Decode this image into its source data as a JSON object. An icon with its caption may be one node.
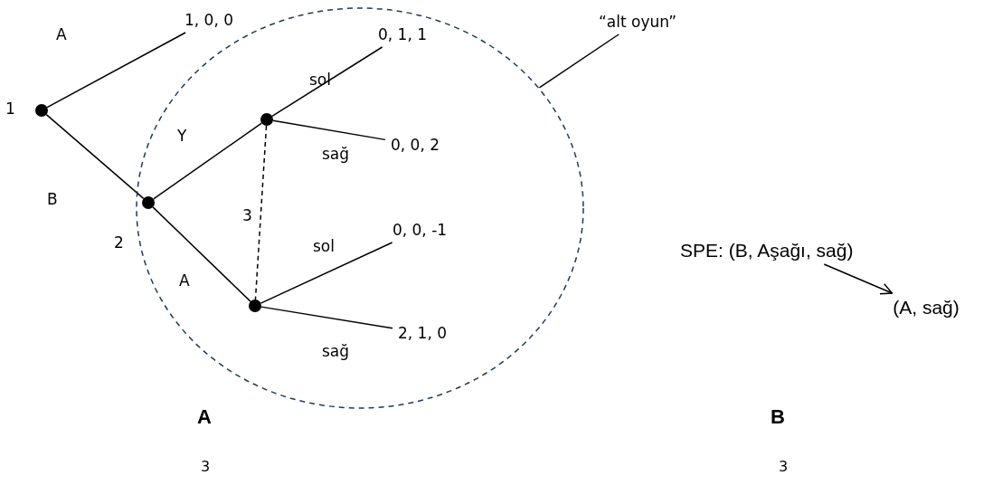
{
  "diagram": {
    "nodes": [
      {
        "text": [],
        "shape": "circle",
        "beside": [
          "1"
        ]
      },
      {
        "text": [
          "1, 0, 0"
        ]
      },
      {
        "text": [],
        "shape": "circle",
        "in": 9
      },
      {
        "text": [],
        "shape": "circle",
        "in": 9
      },
      {
        "text": [
          "0, 1, 1"
        ],
        "in": 9
      },
      {
        "text": [
          "0, 0, 2"
        ],
        "in": 9
      },
      {
        "text": [],
        "shape": "circle",
        "in": 9
      },
      {
        "text": [
          "0, 0, -1"
        ],
        "in": 9
      },
      {
        "text": [
          "2, 1, 0"
        ],
        "in": 9
      },
      {
        "text": [],
        "shape": "circle"
      },
      {
        "text": [
          "“alt oyun”"
        ]
      },
      {
        "text": [
          "SPE: (B, Aşağı, sağ)"
        ]
      },
      {
        "text": [
          "(A, sağ)"
        ]
      }
    ],
    "edges": [
      {
        "from": 0,
        "to": 1,
        "arrow": "none",
        "label": "A"
      },
      {
        "from": 0,
        "to": 2,
        "arrow": "none",
        "label": "B"
      },
      {
        "from": 2,
        "to": 3,
        "arrow": "none",
        "label": "Y"
      },
      {
        "from": 2,
        "to": 6,
        "arrow": "none",
        "label": "A"
      },
      {
        "from": 3,
        "to": 4,
        "arrow": "none",
        "label": "sol"
      },
      {
        "from": 3,
        "to": 5,
        "arrow": "none",
        "label": "sağ"
      },
      {
        "from": 6,
        "to": 7,
        "arrow": "none",
        "label": "sol"
      },
      {
        "from": 6,
        "to": 8,
        "arrow": "none",
        "label": "sağ"
      },
      {
        "from": 3,
        "to": 6,
        "arrow": "none",
        "label": "3",
        "style": "dashed"
      },
      {
        "from": 10,
        "to": 9,
        "arrow": "none"
      },
      {
        "from": 11,
        "to": 12,
        "arrow": "to"
      }
    ],
    "labels": [
      "2",
      "A",
      "3",
      "B",
      "3"
    ]
  }
}
